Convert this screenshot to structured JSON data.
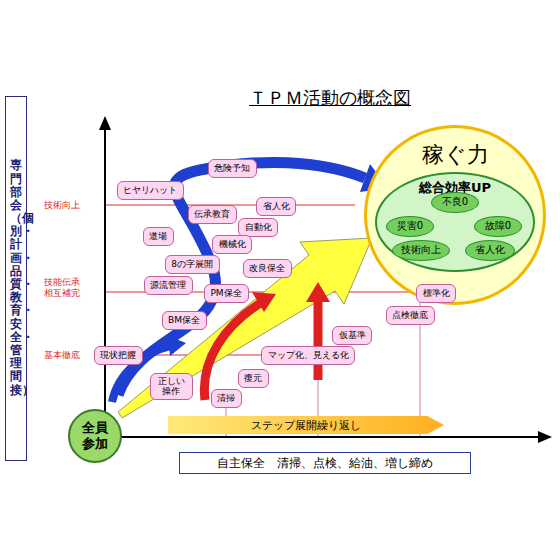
{
  "diagram": {
    "title": "ＴＰＭ活動の概念図",
    "nodes": [
      {
        "text": [
          "専門部会（個別・計画・品質・教育・安全・管理間接）"
        ]
      },
      {
        "text": [
          "稼ぐ力"
        ]
      },
      {
        "text": [
          "総合効率UP"
        ],
        "in": 1
      },
      {
        "text": [
          "不良0"
        ],
        "in": 2
      },
      {
        "text": [
          "災害0"
        ],
        "in": 2
      },
      {
        "text": [
          "故障0"
        ],
        "in": 2
      },
      {
        "text": [
          "技術向上"
        ],
        "in": 2
      },
      {
        "text": [
          "省人化"
        ],
        "in": 2
      },
      {
        "text": [
          "危険予知"
        ]
      },
      {
        "text": [
          "ヒヤリハット"
        ]
      },
      {
        "text": [
          "省人化"
        ]
      },
      {
        "text": [
          "伝承教育"
        ]
      },
      {
        "text": [
          "自動化"
        ]
      },
      {
        "text": [
          "道場"
        ]
      },
      {
        "text": [
          "機械化"
        ]
      },
      {
        "text": [
          "8の字展開"
        ]
      },
      {
        "text": [
          "改良保全"
        ]
      },
      {
        "text": [
          "源流管理"
        ]
      },
      {
        "text": [
          "PM保全"
        ]
      },
      {
        "text": [
          "標準化"
        ]
      },
      {
        "text": [
          "点検徹底"
        ]
      },
      {
        "text": [
          "BM保全"
        ]
      },
      {
        "text": [
          "仮基準"
        ]
      },
      {
        "text": [
          "現状把握"
        ]
      },
      {
        "text": [
          "マップ化、見える化"
        ]
      },
      {
        "text": [
          "正しい 操作"
        ]
      },
      {
        "text": [
          "復元"
        ]
      },
      {
        "text": [
          "清掃"
        ]
      },
      {
        "text": [
          "全員 参加"
        ]
      },
      {
        "text": [
          "ステップ展開繰り返し"
        ]
      },
      {
        "text": [
          "自主保全　清掃、点検、給油、増し締め"
        ]
      }
    ],
    "labels": [
      "技術向上",
      "技能伝承 相互補完",
      "基本徹底"
    ]
  }
}
